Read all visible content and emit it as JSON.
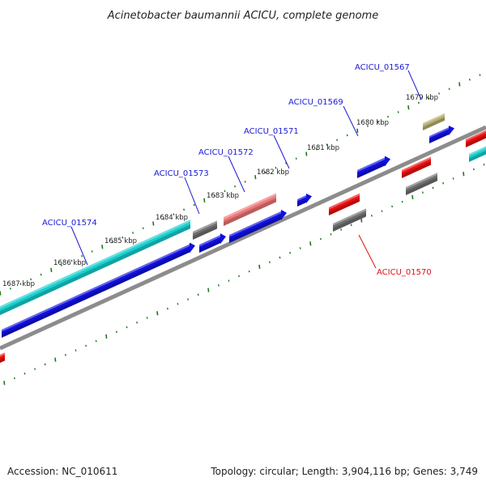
{
  "title": "Acinetobacter baumannii ACICU, complete genome",
  "footer": {
    "accession": "Accession: NC_010611",
    "topology": "Topology: circular; Length: 3,904,116 bp; Genes: 3,749"
  },
  "colors": {
    "backbone": "#8c8c8c",
    "tick": "#1a7a1a",
    "label_forward": "#1a1ad6",
    "label_reverse": "#e01010",
    "cyan": "#19d0d0",
    "blue": "#1010e0",
    "grey": "#707070",
    "red": "#ee1010",
    "pink": "#ee7878",
    "olive": "#b8b070"
  },
  "tick_labels": [
    {
      "text": "1679 kbp",
      "kbp": 1679
    },
    {
      "text": "1680 kbp",
      "kbp": 1680
    },
    {
      "text": "1681 kbp",
      "kbp": 1681
    },
    {
      "text": "1682 kbp",
      "kbp": 1682
    },
    {
      "text": "1683 kbp",
      "kbp": 1683
    },
    {
      "text": "1684 kbp",
      "kbp": 1684
    },
    {
      "text": "1685 kbp",
      "kbp": 1685
    },
    {
      "text": "1686 kbp",
      "kbp": 1686
    },
    {
      "text": "1687 kbp",
      "kbp": 1687
    }
  ],
  "gene_labels": [
    {
      "text": "ACICU_01567",
      "strand": "forward"
    },
    {
      "text": "ACICU_01569",
      "strand": "forward"
    },
    {
      "text": "ACICU_01571",
      "strand": "forward"
    },
    {
      "text": "ACICU_01572",
      "strand": "forward"
    },
    {
      "text": "ACICU_01573",
      "strand": "forward"
    },
    {
      "text": "ACICU_01574",
      "strand": "forward"
    },
    {
      "text": "ACICU_01570",
      "strand": "reverse"
    }
  ]
}
